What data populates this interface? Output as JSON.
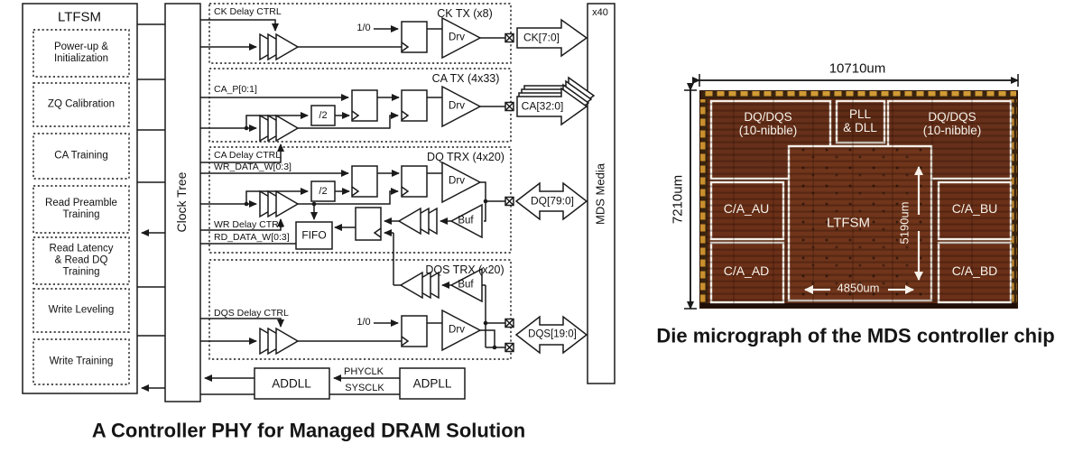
{
  "captions": {
    "left": "A Controller PHY for Managed DRAM Solution",
    "right": "Die micrograph of the MDS controller chip"
  },
  "phy": {
    "ltfsm": {
      "title": "LTFSM",
      "blocks": [
        "Power-up &\nInitialization",
        "ZQ Calibration",
        "CA Training",
        "Read Preamble\nTraining",
        "Read Latency\n& Read DQ\nTraining",
        "Write Leveling",
        "Write Training"
      ]
    },
    "clock_tree": "Clock Tree",
    "media": {
      "label": "MDS Media",
      "count": "x40"
    },
    "ck_tx": {
      "title": "CK TX (x8)",
      "delay_ctrl": "CK Delay CTRL",
      "mux": "1/0",
      "driver": "Drv",
      "bus": "CK[7:0]"
    },
    "ca_tx": {
      "title": "CA TX (4x33)",
      "input": "CA_P[0:1]",
      "divider": "/2",
      "driver": "Drv",
      "bus": "CA[32:0]"
    },
    "dq_trx": {
      "title": "DQ TRX (4x20)",
      "ca_delay_ctrl": "CA Delay CTRL",
      "wr_data": "WR_DATA_W[0:3]",
      "divider": "/2",
      "driver": "Drv",
      "buffer": "Buf",
      "wr_delay_ctrl": "WR Delay CTRL",
      "rd_data": "RD_DATA_W[0:3]",
      "fifo": "FIFO",
      "bus": "DQ[79:0]"
    },
    "dqs_trx": {
      "title": "DQS TRX (x20)",
      "delay_ctrl": "DQS Delay CTRL",
      "mux": "1/0",
      "driver": "Drv",
      "buffer": "Buf",
      "bus": "DQS[19:0]"
    },
    "clocking": {
      "addll": "ADDLL",
      "adpll": "ADPLL",
      "phyclk": "PHYCLK",
      "sysclk": "SYSCLK"
    }
  },
  "die": {
    "width": "10710um",
    "height": "7210um",
    "regions": {
      "dq_dqs_left": "DQ/DQS\n(10-nibble)",
      "pll_dll": "PLL\n& DLL",
      "dq_dqs_right": "DQ/DQS\n(10-nibble)",
      "ca_au": "C/A_AU",
      "ca_ad": "C/A_AD",
      "ca_bu": "C/A_BU",
      "ca_bd": "C/A_BD",
      "ltfsm": "LTFSM",
      "ltfsm_width": "4850um",
      "ltfsm_height": "5190um"
    },
    "colors": {
      "chip_base": "#2e1608",
      "field": "#5d2a14",
      "block": "#6b3018",
      "pad": "#d19a35",
      "border": "#f5f0e8"
    }
  }
}
